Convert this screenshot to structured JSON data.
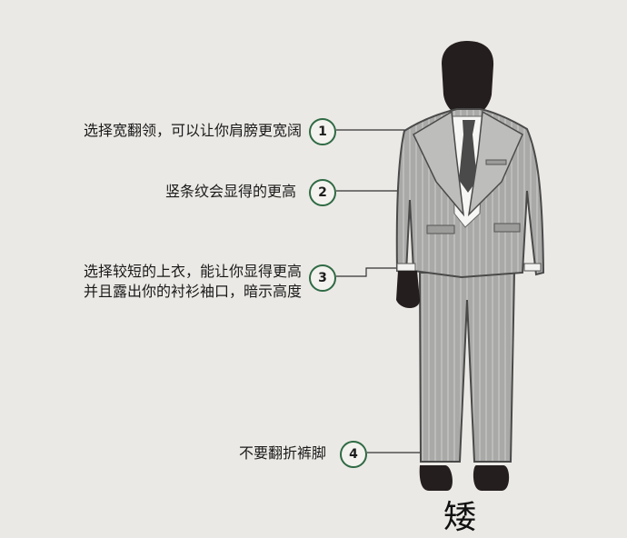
{
  "callouts": [
    {
      "number": "1",
      "text": "选择宽翻领，可以让你肩膀更宽阔"
    },
    {
      "number": "2",
      "text": "竖条纹会显得的更高"
    },
    {
      "number": "3",
      "lines": [
        "选择较短的上衣，能让你显得更高",
        "并且露出你的衬衫袖口，暗示高度"
      ]
    },
    {
      "number": "4",
      "text": "不要翻折裤脚"
    }
  ],
  "height_label": "矮",
  "colors": {
    "background": "#ebe9e5",
    "suit": "#a7a7a5",
    "silhouette": "#241e1e",
    "badge_ring": "#2f6a44"
  }
}
